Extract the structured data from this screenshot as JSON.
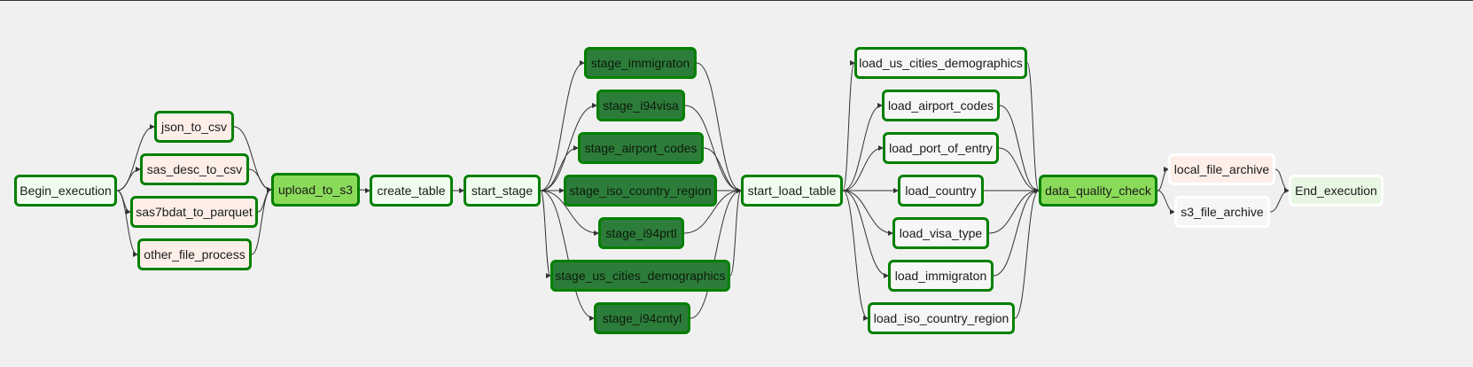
{
  "colors": {
    "background": "#f0f0f0",
    "edge": "#333333",
    "success_border": "#008000",
    "status_fill": {
      "success": "#f0fdee",
      "queued_warn": "#fdeee8",
      "running_light": "#8bdb5a",
      "running_dark": "#2d7d3a",
      "white": "#f6f6f6",
      "done": "#e8f7e4"
    }
  },
  "nodes": [
    {
      "id": "begin",
      "label": "Begin_execution",
      "status": "success"
    },
    {
      "id": "json",
      "label": "json_to_csv",
      "status": "queued_warn"
    },
    {
      "id": "sasdesc",
      "label": "sas_desc_to_csv",
      "status": "queued_warn"
    },
    {
      "id": "sas7",
      "label": "sas7bdat_to_parquet",
      "status": "queued_warn"
    },
    {
      "id": "other",
      "label": "other_file_process",
      "status": "queued_warn"
    },
    {
      "id": "upload",
      "label": "upload_to_s3",
      "status": "running_light"
    },
    {
      "id": "create",
      "label": "create_table",
      "status": "success"
    },
    {
      "id": "startstage",
      "label": "start_stage",
      "status": "success"
    },
    {
      "id": "s_immig",
      "label": "stage_immigraton",
      "status": "running_dark"
    },
    {
      "id": "s_visa",
      "label": "stage_i94visa",
      "status": "running_dark"
    },
    {
      "id": "s_air",
      "label": "stage_airport_codes",
      "status": "running_dark"
    },
    {
      "id": "s_iso",
      "label": "stage_iso_country_region",
      "status": "running_dark"
    },
    {
      "id": "s_prtl",
      "label": "stage_i94prtl",
      "status": "running_dark"
    },
    {
      "id": "s_usc",
      "label": "stage_us_cities_demographics",
      "status": "running_dark"
    },
    {
      "id": "s_cntyl",
      "label": "stage_i94cntyl",
      "status": "running_dark"
    },
    {
      "id": "startload",
      "label": "start_load_table",
      "status": "success"
    },
    {
      "id": "l_usc",
      "label": "load_us_cities_demographics",
      "status": "white"
    },
    {
      "id": "l_air",
      "label": "load_airport_codes",
      "status": "white"
    },
    {
      "id": "l_port",
      "label": "load_port_of_entry",
      "status": "white"
    },
    {
      "id": "l_country",
      "label": "load_country",
      "status": "white"
    },
    {
      "id": "l_visa",
      "label": "load_visa_type",
      "status": "white"
    },
    {
      "id": "l_immig",
      "label": "load_immigraton",
      "status": "white"
    },
    {
      "id": "l_iso",
      "label": "load_iso_country_region",
      "status": "white"
    },
    {
      "id": "dq",
      "label": "data_quality_check",
      "status": "running_light"
    },
    {
      "id": "localarch",
      "label": "local_file_archive",
      "status": "queued_warn"
    },
    {
      "id": "s3arch",
      "label": "s3_file_archive",
      "status": "white"
    },
    {
      "id": "end",
      "label": "End_execution",
      "status": "done"
    }
  ],
  "edges": [
    [
      "begin",
      "json"
    ],
    [
      "begin",
      "sasdesc"
    ],
    [
      "begin",
      "sas7"
    ],
    [
      "begin",
      "other"
    ],
    [
      "json",
      "upload"
    ],
    [
      "sasdesc",
      "upload"
    ],
    [
      "sas7",
      "upload"
    ],
    [
      "other",
      "upload"
    ],
    [
      "upload",
      "create"
    ],
    [
      "create",
      "startstage"
    ],
    [
      "startstage",
      "s_immig"
    ],
    [
      "startstage",
      "s_visa"
    ],
    [
      "startstage",
      "s_air"
    ],
    [
      "startstage",
      "s_iso"
    ],
    [
      "startstage",
      "s_prtl"
    ],
    [
      "startstage",
      "s_usc"
    ],
    [
      "startstage",
      "s_cntyl"
    ],
    [
      "s_immig",
      "startload"
    ],
    [
      "s_visa",
      "startload"
    ],
    [
      "s_air",
      "startload"
    ],
    [
      "s_iso",
      "startload"
    ],
    [
      "s_prtl",
      "startload"
    ],
    [
      "s_usc",
      "startload"
    ],
    [
      "s_cntyl",
      "startload"
    ],
    [
      "startload",
      "l_usc"
    ],
    [
      "startload",
      "l_air"
    ],
    [
      "startload",
      "l_port"
    ],
    [
      "startload",
      "l_country"
    ],
    [
      "startload",
      "l_visa"
    ],
    [
      "startload",
      "l_immig"
    ],
    [
      "startload",
      "l_iso"
    ],
    [
      "l_usc",
      "dq"
    ],
    [
      "l_air",
      "dq"
    ],
    [
      "l_port",
      "dq"
    ],
    [
      "l_country",
      "dq"
    ],
    [
      "l_visa",
      "dq"
    ],
    [
      "l_immig",
      "dq"
    ],
    [
      "l_iso",
      "dq"
    ],
    [
      "dq",
      "localarch"
    ],
    [
      "dq",
      "s3arch"
    ],
    [
      "localarch",
      "end"
    ],
    [
      "s3arch",
      "end"
    ]
  ]
}
